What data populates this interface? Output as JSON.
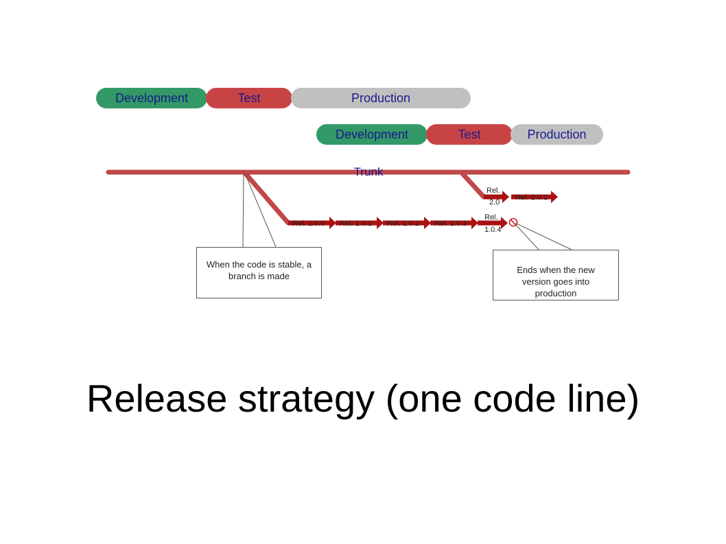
{
  "phases_row1": {
    "development": "Development",
    "test": "Test",
    "production": "Production"
  },
  "phases_row2": {
    "development": "Development",
    "test": "Test",
    "production": "Production"
  },
  "trunk_label": "Trunk",
  "releases_1_0": [
    "Rel. 1.0.0",
    "Rel. 1.0.1",
    "Rel. 1.0.2",
    "Rel. 1.0.3",
    "Rel. 1.0.4"
  ],
  "releases_2_0": [
    "Rel. 2.0",
    "Rel. 2.0.1"
  ],
  "callouts": {
    "branch": "When the code is stable, a branch is made",
    "end": "Ends when the new version goes into production"
  },
  "title": "Release strategy (one code line)",
  "colors": {
    "development": "#339966",
    "test": "#c84444",
    "production": "#c0c0c0",
    "trunk": "#c04848",
    "branch": "#aa1111",
    "phase_text": "#1a1a8c"
  }
}
